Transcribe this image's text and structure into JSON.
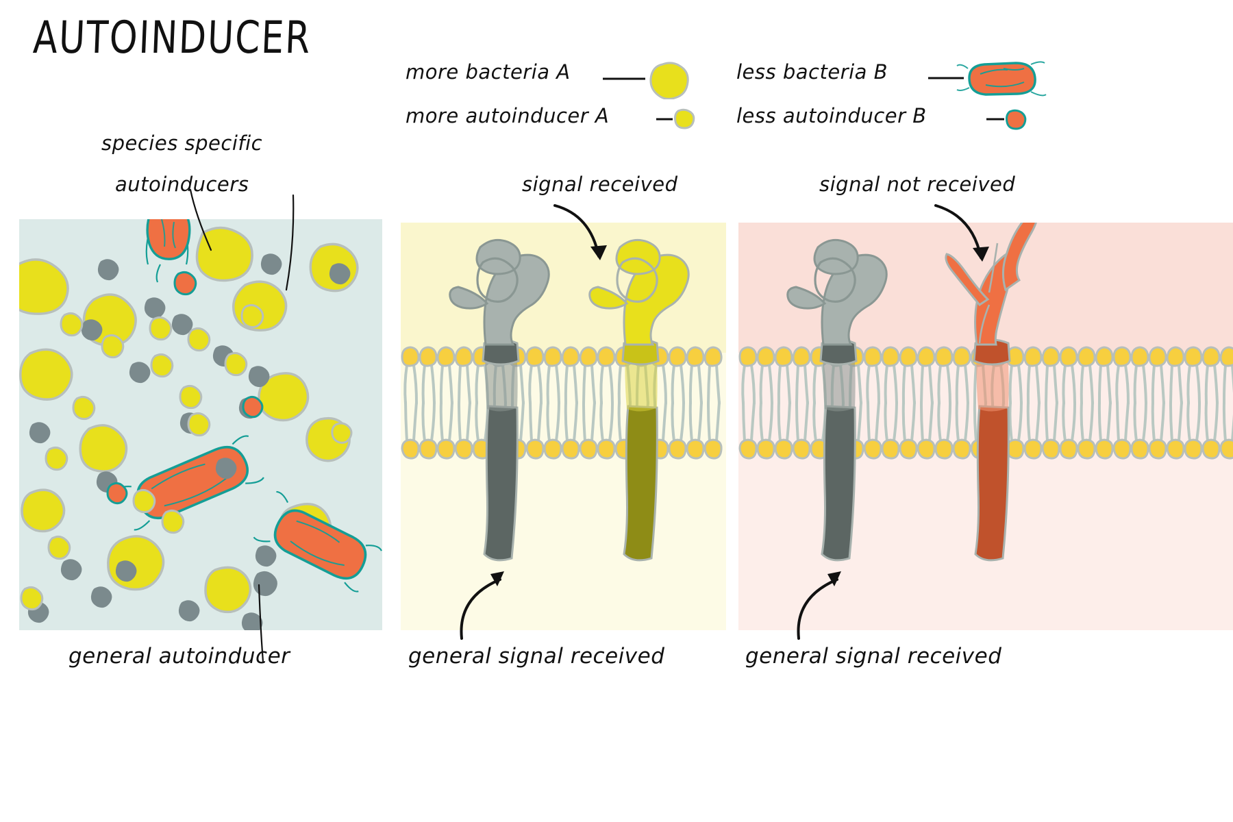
{
  "title": "AUTOINDUCER",
  "legend": {
    "groupA": [
      {
        "label": "more bacteria A",
        "icon": "yellow-blob-bacteria-icon",
        "color": "#e8e01c"
      },
      {
        "label": "more autoinducer A",
        "icon": "yellow-triangle-autoinducer-icon",
        "color": "#e8e01c"
      }
    ],
    "groupB": [
      {
        "label": "less bacteria B",
        "icon": "orange-rod-bacteria-icon",
        "color": "#ef7043"
      },
      {
        "label": "less autoinducer B",
        "icon": "orange-triangle-autoinducer-icon",
        "color": "#ef7043"
      }
    ]
  },
  "panels": [
    {
      "id": "environment",
      "background": "#dceae8",
      "annotations": [
        {
          "name": "species-specific-autoinducers",
          "line1": "species specific",
          "line2": "autoinducers"
        },
        {
          "name": "general-autoinducer",
          "text": "general autoinducer"
        }
      ]
    },
    {
      "id": "bacteria-a-membrane",
      "background": "#faf6cd",
      "background_lower": "#fdfbe6",
      "top_label": "signal received",
      "bottom_label": "general signal received",
      "receptors": [
        {
          "name": "general-receptor-gray",
          "state": "closed",
          "color": "#a8b2ae"
        },
        {
          "name": "species-receptor-yellow",
          "state": "closed",
          "color": "#e8e01c"
        }
      ]
    },
    {
      "id": "bacteria-b-membrane",
      "background": "#fadfd8",
      "background_lower": "#fdeeea",
      "top_label": "signal not received",
      "bottom_label": "general signal received",
      "receptors": [
        {
          "name": "general-receptor-gray",
          "state": "closed",
          "color": "#a8b2ae"
        },
        {
          "name": "species-receptor-orange",
          "state": "open",
          "color": "#ef7043"
        }
      ]
    }
  ],
  "colors": {
    "yellow": "#e8e01c",
    "orange": "#ef7043",
    "teal": "#149e96",
    "gray": "#7b8a8d",
    "outline_gray": "#a8b2ae",
    "lipid_head": "#f7cf3f",
    "lipid_tail": "#b9c8c2",
    "dark_olive": "#8e8c16",
    "dark_gray": "#5c6663",
    "dark_orange": "#c0522c",
    "ink": "#111111"
  }
}
